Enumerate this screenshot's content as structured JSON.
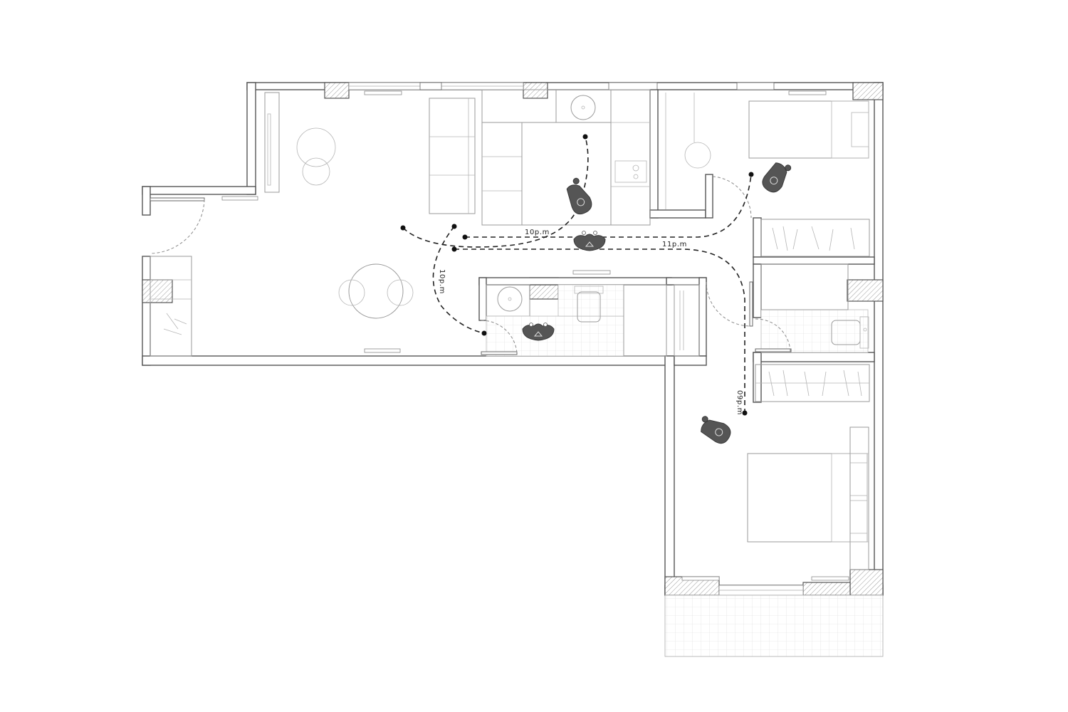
{
  "title": "",
  "time_labels": {
    "kitchen_route": "10p.m",
    "living_route": "10p.m",
    "corridor_route": "11p.m",
    "bedroom_route": "09p.m"
  },
  "colors": {
    "wall_stroke": "#555555",
    "furniture_stroke": "#9a9a9a",
    "route_line": "#222222",
    "person_figure": "#555555",
    "background": "#ffffff"
  },
  "icons": [
    "person-figure-icon",
    "route-endpoint-dot-icon",
    "door-swing-icon",
    "radiator-icon",
    "toilet-icon",
    "sink-icon",
    "bed-icon"
  ]
}
